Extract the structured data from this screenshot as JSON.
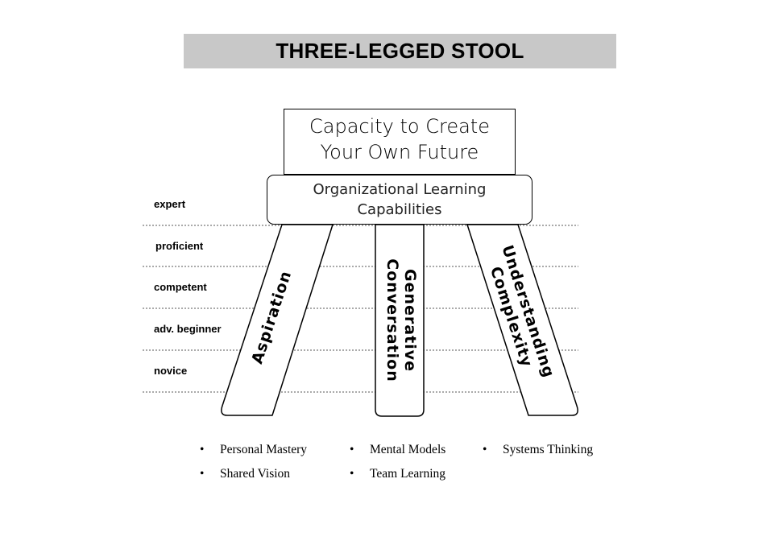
{
  "title": "THREE-LEGGED STOOL",
  "top_box": {
    "line1": "Capacity to Create",
    "line2": "Your Own Future"
  },
  "seat": {
    "line1": "Organizational Learning",
    "line2": "Capabilities"
  },
  "levels": [
    "expert",
    "proficient",
    "competent",
    "adv. beginner",
    "novice"
  ],
  "legs": {
    "left": "Aspiration",
    "middle": {
      "line1": "Generative",
      "line2": "Conversation"
    },
    "right": {
      "line1": "Understanding",
      "line2": "Complexity"
    }
  },
  "bullets": {
    "col1": [
      "Personal Mastery",
      "Shared Vision"
    ],
    "col2": [
      "Mental Models",
      "Team Learning"
    ],
    "col3": [
      "Systems Thinking"
    ]
  }
}
